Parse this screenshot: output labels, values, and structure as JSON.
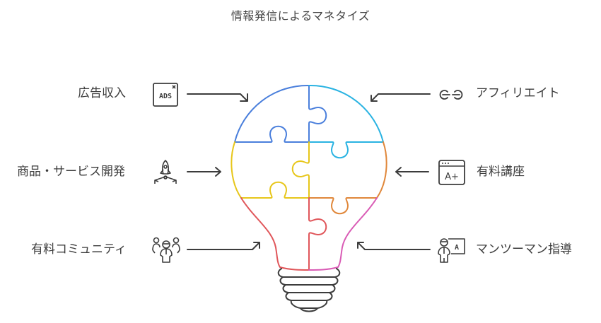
{
  "title": "情報発信によるマネタイズ",
  "colors": {
    "top_left": "#4a7fdc",
    "top_right": "#2ab3e2",
    "mid_left": "#e7c61a",
    "mid_right": "#e0873a",
    "bottom_left": "#e0565a",
    "bottom_right": "#d95bb5",
    "arrow": "#3c3c3c",
    "base": "#3c3c3c"
  },
  "items": [
    {
      "id": "ads",
      "label": "広告収入",
      "icon": "ads-icon",
      "side": "left"
    },
    {
      "id": "products",
      "label": "商品・サービス開発",
      "icon": "rocket-launch-icon",
      "side": "left"
    },
    {
      "id": "community",
      "label": "有料コミュニティ",
      "icon": "community-group-icon",
      "side": "left"
    },
    {
      "id": "affiliate",
      "label": "アフィリエイト",
      "icon": "link-icon",
      "side": "right"
    },
    {
      "id": "courses",
      "label": "有料講座",
      "icon": "online-course-icon",
      "side": "right"
    },
    {
      "id": "mentoring",
      "label": "マンツーマン指導",
      "icon": "teacher-board-icon",
      "side": "right"
    }
  ],
  "ads_icon_text": "ADS",
  "course_icon_text": "A+",
  "teacher_icon_text": "A"
}
